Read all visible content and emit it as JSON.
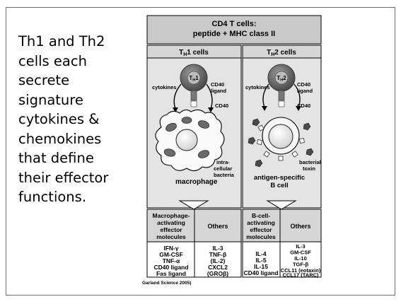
{
  "slide": {
    "body_lines": [
      "Th1 and Th2",
      "cells each",
      "secrete",
      "signature",
      "cytokines &",
      "chemokines",
      "that define",
      "their effector",
      "functions."
    ]
  },
  "figure": {
    "header_line1": "CD4 T cells:",
    "header_line2": "peptide + MHC class II",
    "th1": {
      "panel_title_main": "T",
      "panel_title_sub": "H",
      "panel_title_rest": "1 cells",
      "cell_label_main": "T",
      "cell_label_sub": "H",
      "cell_label_rest": "1",
      "label_cytokines": "cytokines",
      "label_cd40_ligand_1": "CD40",
      "label_cd40_ligand_2": "ligand",
      "label_cd40": "CD40",
      "label_bacteria_1": "intra-",
      "label_bacteria_2": "cellular",
      "label_bacteria_3": "bacteria",
      "label_target": "macrophage",
      "table_header_left": [
        "Macrophage-",
        "activating",
        "effector",
        "molecules"
      ],
      "table_header_right": "Others",
      "table_left": [
        "IFN-γ",
        "GM-CSF",
        "TNF-α",
        "CD40 ligand",
        "Fas ligand"
      ],
      "table_right": [
        "IL-3",
        "TNF-β",
        "(IL-2)",
        "CXCL2",
        "(GROβ)"
      ]
    },
    "th2": {
      "panel_title_main": "T",
      "panel_title_sub": "H",
      "panel_title_rest": "2 cells",
      "cell_label_main": "T",
      "cell_label_sub": "H",
      "cell_label_rest": "2",
      "label_cytokines": "cytokines",
      "label_cd40_ligand_1": "CD40",
      "label_cd40_ligand_2": "ligand",
      "label_cd40": "CD40",
      "label_toxin_1": "bacterial",
      "label_toxin_2": "toxin",
      "label_target_1": "antigen-specific",
      "label_target_2": "B cell",
      "table_header_left": [
        "B-cell-",
        "activating",
        "effector",
        "molecules"
      ],
      "table_header_right": "Others",
      "table_left": [
        "IL-4",
        "IL-5",
        "IL-15",
        "CD40 ligand"
      ],
      "table_right": [
        "IL-3",
        "GM-CSF",
        "IL-10",
        "TGF-β",
        "CCL11 (eotaxin)",
        "CCL17 (TARC)"
      ]
    },
    "credit": "Garland Science 2005)",
    "colors": {
      "header_fill": "#c9c9c9",
      "panel_fill": "#e4e4e4",
      "cell_dark": "#5a5a5a",
      "cell_light": "#b8b8b8",
      "border": "#000000"
    }
  }
}
